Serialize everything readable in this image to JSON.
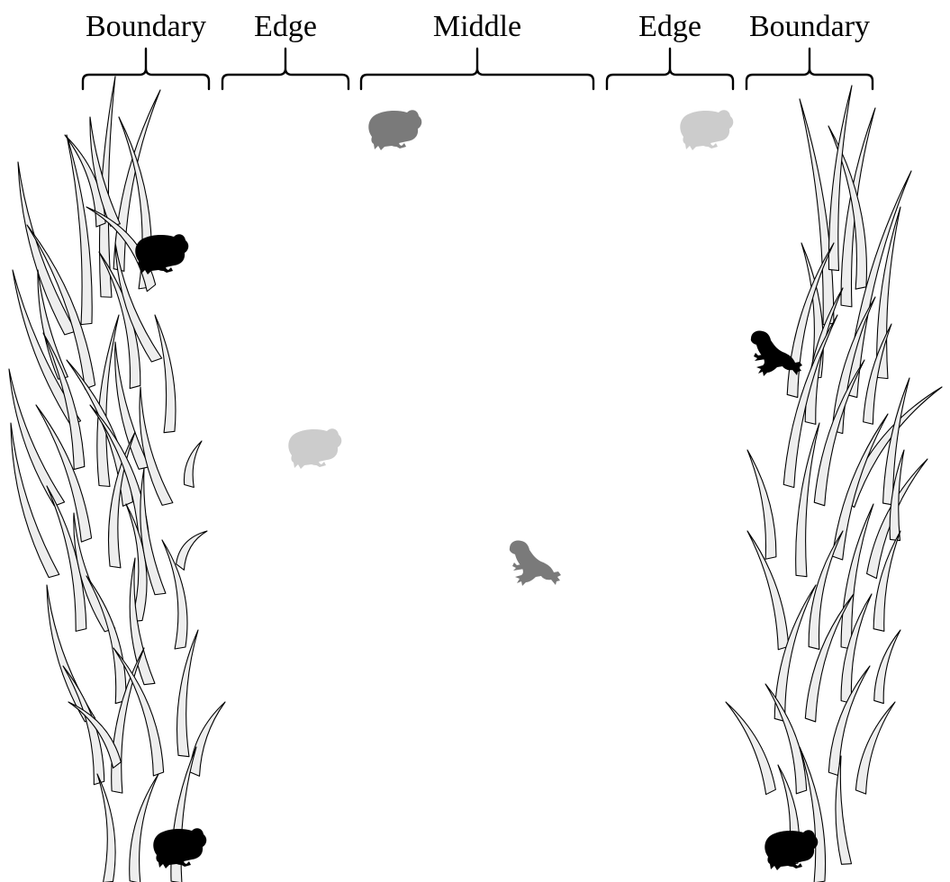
{
  "zones": [
    {
      "label": "Boundary"
    },
    {
      "label": "Edge"
    },
    {
      "label": "Middle"
    },
    {
      "label": "Edge"
    },
    {
      "label": "Boundary"
    }
  ],
  "frog_shades": {
    "black": "#000000",
    "dark_gray": "#7a7a7a",
    "light_gray": "#cccccc"
  },
  "grass_fill": "#eeeeee",
  "frogs": [
    {
      "shade": "dark_gray",
      "pose": "sitting",
      "facing": "right",
      "zone": "Middle"
    },
    {
      "shade": "light_gray",
      "pose": "sitting",
      "facing": "right",
      "zone": "Edge"
    },
    {
      "shade": "black",
      "pose": "sitting",
      "facing": "right",
      "zone": "Boundary"
    },
    {
      "shade": "black",
      "pose": "climbing",
      "facing": "left",
      "zone": "Boundary"
    },
    {
      "shade": "light_gray",
      "pose": "sitting",
      "facing": "right",
      "zone": "Edge"
    },
    {
      "shade": "dark_gray",
      "pose": "climbing",
      "facing": "left",
      "zone": "Middle"
    },
    {
      "shade": "black",
      "pose": "sitting",
      "facing": "right",
      "zone": "Boundary"
    },
    {
      "shade": "black",
      "pose": "sitting",
      "facing": "right",
      "zone": "Boundary"
    }
  ]
}
